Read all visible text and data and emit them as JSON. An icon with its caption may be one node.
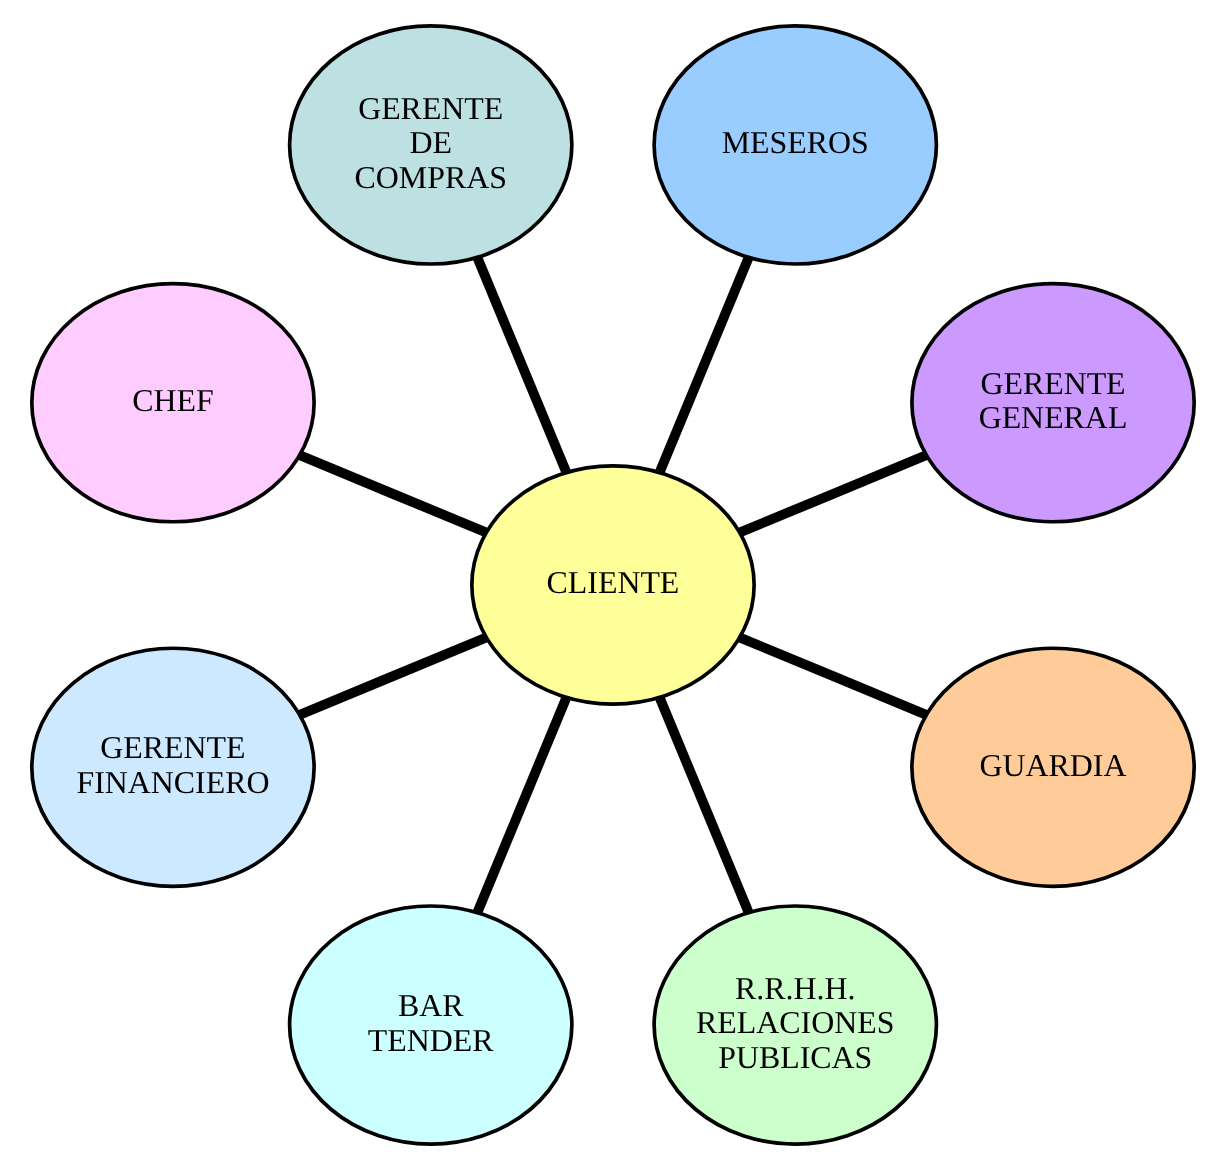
{
  "diagram": {
    "nodes": [
      {
        "text": [
          "GERENTE GENERAL"
        ]
      },
      {
        "text": [
          "MESEROS"
        ]
      },
      {
        "text": [
          "GERENTE DE COMPRAS"
        ]
      },
      {
        "text": [
          "CHEF"
        ]
      },
      {
        "text": [
          "CLIENTE"
        ]
      },
      {
        "text": [
          "GERENTE FINANCIERO"
        ]
      },
      {
        "text": [
          "BAR TENDER"
        ]
      },
      {
        "text": [
          "R.R.H.H. RELACIONES PUBLICAS"
        ]
      },
      {
        "text": [
          "GUARDIA"
        ]
      }
    ],
    "edges": [
      {
        "from": 4,
        "to": 5,
        "arrow": "none"
      },
      {
        "from": 4,
        "to": 2,
        "arrow": "none"
      },
      {
        "from": 4,
        "to": 0,
        "arrow": "none"
      },
      {
        "from": 4,
        "to": 1,
        "arrow": "none"
      },
      {
        "from": 4,
        "to": 3,
        "arrow": "none"
      },
      {
        "from": 4,
        "to": 6,
        "arrow": "none"
      },
      {
        "from": 4,
        "to": 8,
        "arrow": "none"
      },
      {
        "from": 4,
        "to": 7,
        "arrow": "none"
      }
    ]
  }
}
